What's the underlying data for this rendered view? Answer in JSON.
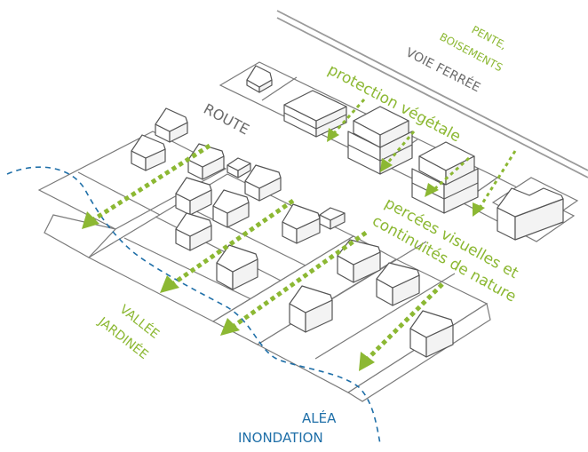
{
  "labels": {
    "pente": "PENTE,",
    "boisements": "BOISEMENTS",
    "voie_ferree": "VOIE FERRÉE",
    "route": "ROUTE",
    "protection": "protection végétale",
    "percees_1": "percées visuelles et",
    "percees_2": "continuités de nature",
    "vallee": "VALLÉE",
    "jardinee": "JARDINÉE",
    "alea": "ALÉA",
    "inondation": "INONDATION"
  },
  "colors": {
    "green": "#8cb833",
    "grey": "#6b6b6b",
    "blue": "#1f6fa8"
  }
}
